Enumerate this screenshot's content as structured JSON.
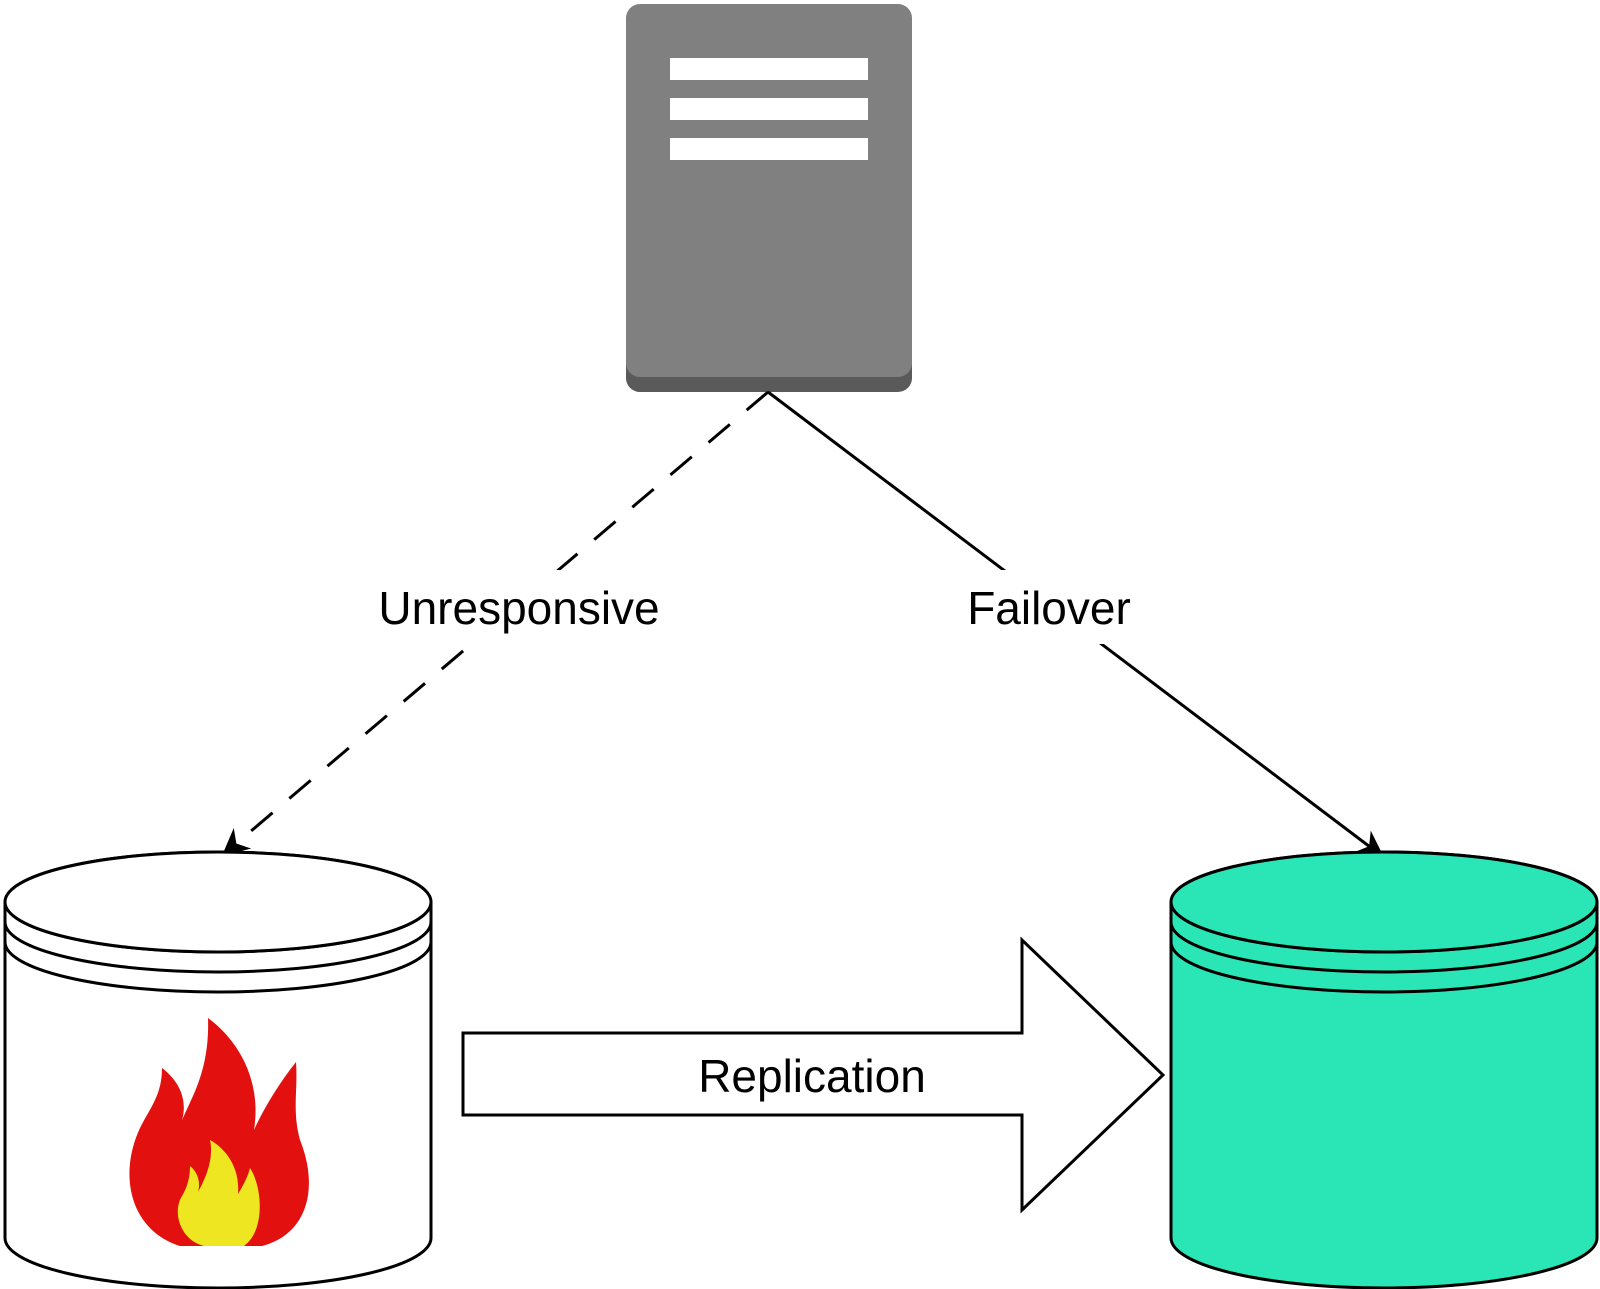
{
  "labels": {
    "unresponsive": "Unresponsive",
    "failover": "Failover",
    "replication": "Replication"
  },
  "icons": {
    "server": "server-icon",
    "failed_database": "database-icon",
    "fire": "fire-icon",
    "replica_database": "database-icon",
    "replication_arrow": "arrow-right-icon"
  },
  "colors": {
    "server_body": "#808080",
    "server_base": "#5a5a5a",
    "server_slot": "#ffffff",
    "failed_db_fill": "#ffffff",
    "replica_db_fill": "#2ae5b5",
    "flame_outer": "#e31010",
    "flame_inner": "#ede620",
    "stroke": "#000000"
  }
}
